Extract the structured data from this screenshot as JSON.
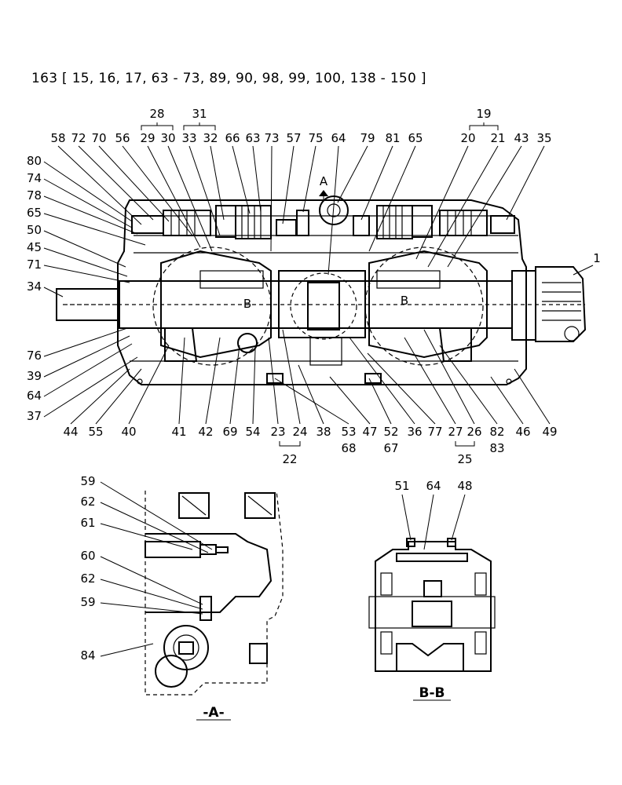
{
  "header": {
    "text": "163 [ 15, 16, 17, 63 - 73, 89, 90, 98, 99, 100, 138 - 150 ]"
  },
  "main_view": {
    "group_labels_top": [
      {
        "id": "g28",
        "label": "28"
      },
      {
        "id": "g31",
        "label": "31"
      },
      {
        "id": "g19",
        "label": "19"
      }
    ],
    "group_labels_bottom": [
      {
        "id": "g22",
        "label": "22"
      },
      {
        "id": "g25",
        "label": "25"
      }
    ],
    "top_row": [
      "58",
      "72",
      "70",
      "56",
      "29",
      "30",
      "33",
      "32",
      "66",
      "63",
      "73",
      "57",
      "75",
      "64",
      "79",
      "81",
      "65",
      "20",
      "21",
      "43",
      "35"
    ],
    "left_column": [
      "80",
      "74",
      "78",
      "65",
      "50",
      "45",
      "71",
      "34",
      "76",
      "39",
      "64",
      "37"
    ],
    "bottom_row": [
      "44",
      "55",
      "40",
      "41",
      "42",
      "69",
      "54",
      "23",
      "24",
      "38",
      "53",
      "47",
      "52",
      "36",
      "77",
      "27",
      "26",
      "82",
      "46",
      "49"
    ],
    "bottom_row_sub": [
      "68",
      "67",
      "83"
    ],
    "right_label": "1",
    "section_marks": {
      "a": "A",
      "b_left": "B",
      "b_right": "B"
    }
  },
  "view_a": {
    "title": "-A-",
    "labels": [
      "59",
      "62",
      "61",
      "60",
      "62",
      "59",
      "84"
    ]
  },
  "view_bb": {
    "title": "B-B",
    "labels": [
      "51",
      "64",
      "48"
    ]
  }
}
